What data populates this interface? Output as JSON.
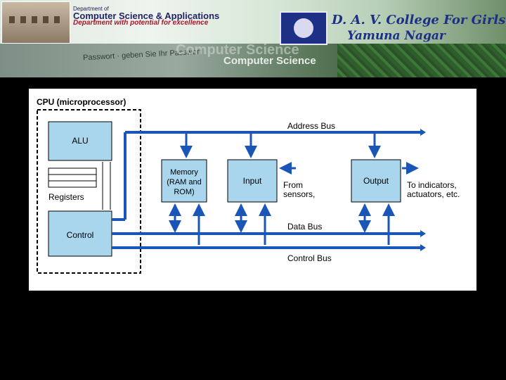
{
  "banner": {
    "dept_line1": "Department of",
    "dept_line2": "Computer Science & Applications",
    "dept_tagline": "Department with potential for excellence",
    "college_name": "D. A. V. College For Girls",
    "college_city": "Yamuna Nagar",
    "password_text": "Passwort  ·  geben Sie Ihr Passwort",
    "bg_text_1": "Computer Science",
    "bg_text_2": "Computer Science"
  },
  "diagram": {
    "cpu_title": "CPU (microprocessor)",
    "alu": "ALU",
    "registers": "Registers",
    "control": "Control",
    "memory_line1": "Memory",
    "memory_line2": "(RAM and",
    "memory_line3": "ROM)",
    "input": "Input",
    "from_line1": "From",
    "from_line2": "sensors,",
    "output": "Output",
    "to_line1": "To indicators,",
    "to_line2": "actuators, etc.",
    "address_bus": "Address Bus",
    "data_bus": "Data Bus",
    "control_bus": "Control Bus"
  },
  "colors": {
    "bus_blue": "#1a56b8",
    "box_fill": "#a9d6ec"
  }
}
